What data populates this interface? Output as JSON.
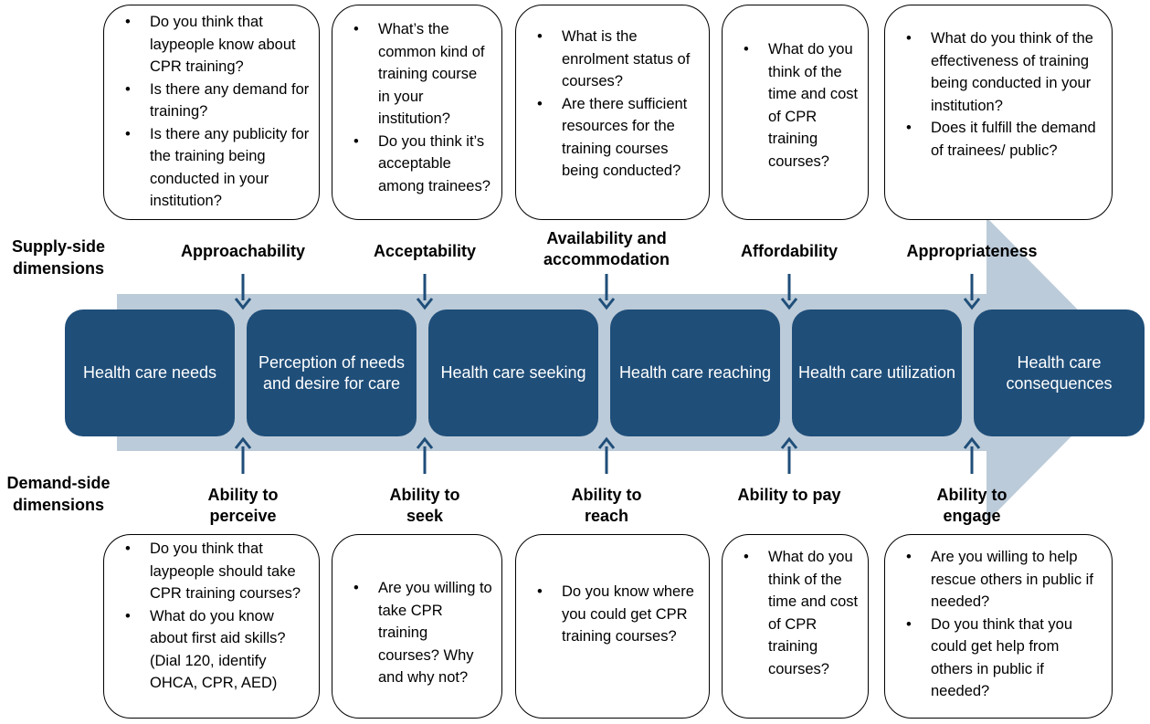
{
  "side_labels": {
    "supply": "Supply-side dimensions",
    "demand": "Demand-side dimensions"
  },
  "stages": [
    "Health care needs",
    "Perception of needs and desire for care",
    "Health care seeking",
    "Health care reaching",
    "Health care utilization",
    "Health care consequences"
  ],
  "supply_dimensions": [
    "Approachability",
    "Acceptability",
    "Availability and accommodation",
    "Affordability",
    "Appropriateness"
  ],
  "demand_dimensions": [
    "Ability to perceive",
    "Ability to seek",
    "Ability to reach",
    "Ability to pay",
    "Ability to engage"
  ],
  "supply_questions": [
    [
      "Do you think that laypeople know about CPR training?",
      "Is there any demand for training?",
      "Is there any publicity for the training being conducted in your institution?"
    ],
    [
      "What’s the common kind of training course in your institution?",
      "Do you think it’s acceptable among trainees?"
    ],
    [
      "What is the enrolment status of  courses?",
      "Are there sufficient resources for the training courses being conducted?"
    ],
    [
      "What do you think of the time and cost of CPR training courses?"
    ],
    [
      "What do you think of the effectiveness of training being conducted in your institution?",
      "Does it fulfill the demand of trainees/ public?"
    ]
  ],
  "demand_questions": [
    [
      "Do you think that laypeople should take CPR training courses?",
      "What do you know about first aid skills?"
    ],
    [
      "Are you willing to take CPR training courses? Why and why not?"
    ],
    [
      "Do you know where you could get CPR training courses?"
    ],
    [
      "What do you think of the time and cost of CPR training courses?"
    ],
    [
      "Are you willing to help rescue others in public if needed?",
      "Do you think that you could get help from others in public if needed?"
    ]
  ],
  "demand_question_note": "(Dial 120, identify OHCA, CPR, AED)",
  "colors": {
    "stage_fill": "#1f4e79",
    "arrow_fill": "#bccbd9",
    "arrow_icon": "#1f4e79",
    "box_border": "#000000"
  },
  "icons": {
    "down_arrow": "arrow-down-icon",
    "up_arrow": "arrow-up-icon"
  }
}
